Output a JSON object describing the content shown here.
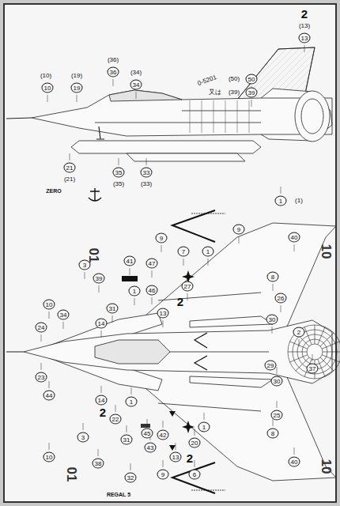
{
  "diagram": {
    "labels": [
      "2",
      "(13)",
      "13",
      "0-5201",
      "(50)",
      "50",
      "又は",
      "(39)",
      "39",
      "1",
      "(1)",
      "(10)",
      "10",
      "(19)",
      "19",
      "(36)",
      "36",
      "(34)",
      "34",
      "21",
      "(21)",
      "ZERO",
      "35",
      "(35)",
      "33",
      "(33)",
      "10",
      "01",
      "01",
      "10",
      "REGAL 5",
      "3",
      "10",
      "34",
      "24",
      "23",
      "44",
      "3",
      "10",
      "39",
      "41",
      "31",
      "1",
      "14",
      "47",
      "46",
      "9",
      "7",
      "27",
      "13",
      "2",
      "1",
      "9",
      "40",
      "8",
      "26",
      "30",
      "2",
      "29",
      "37",
      "30",
      "25",
      "8",
      "40",
      "1",
      "20",
      "6",
      "9",
      "13",
      "2",
      "14",
      "2",
      "22",
      "1",
      "31",
      "38",
      "45",
      "42",
      "43",
      "32"
    ]
  }
}
